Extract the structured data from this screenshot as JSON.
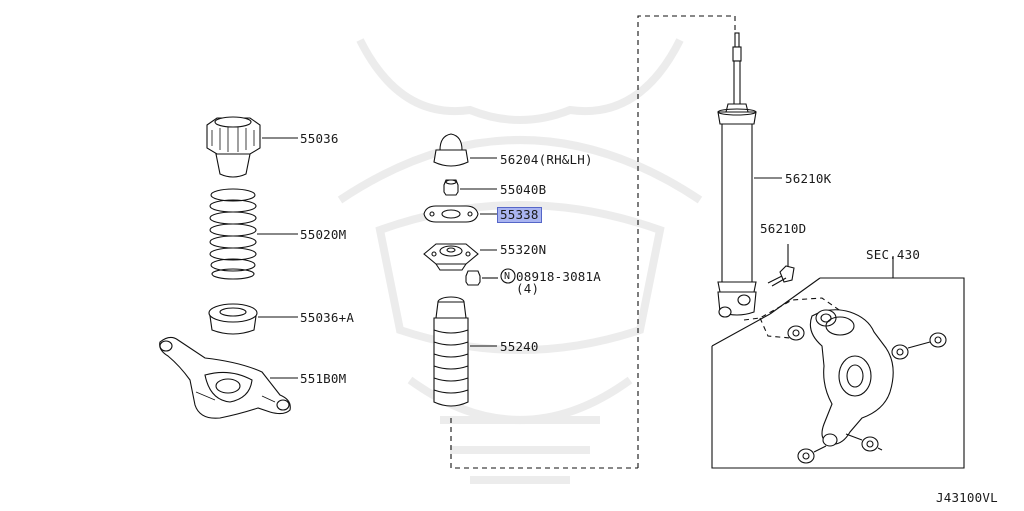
{
  "highlight_color": "#a9b4f0",
  "watermark": "samurai-helmet-logo",
  "parts": {
    "p55036": "55036",
    "p55020M": "55020M",
    "p55036A": "55036+A",
    "p551B0M": "551B0M",
    "p56204": "56204(RH&LH)",
    "p55040B": "55040B",
    "p55338": "55338",
    "p55320N": "55320N",
    "p08918": "08918-3081A",
    "p08918_qty": "(4)",
    "p08918_prefix": "N",
    "p55240": "55240",
    "p56210K": "56210K",
    "p56210D": "56210D",
    "sec430": "SEC.430"
  },
  "diagram_code": "J43100VL"
}
